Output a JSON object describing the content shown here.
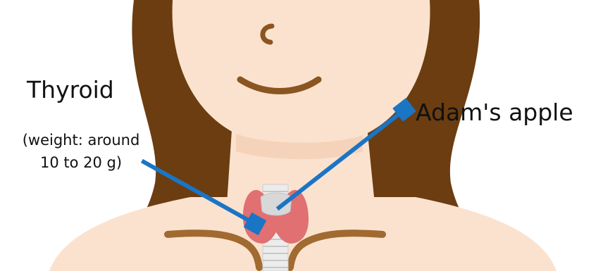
{
  "labels": {
    "thyroid": "Thyroid",
    "weight_line1": "(weight: around",
    "weight_line2": "10 to 20 g)",
    "adams_apple": "Adam's apple"
  },
  "colors": {
    "hair": "#6b3d10",
    "skin": "#fbe2cf",
    "skin_shadow": "#f5d3ba",
    "feature": "#8a5520",
    "thyroid": "#e07072",
    "cartilage": "#dcdcdc",
    "trachea": "#ececec",
    "arrow": "#1a75c5"
  },
  "icons": {
    "figure": "person-neck-illustration"
  }
}
